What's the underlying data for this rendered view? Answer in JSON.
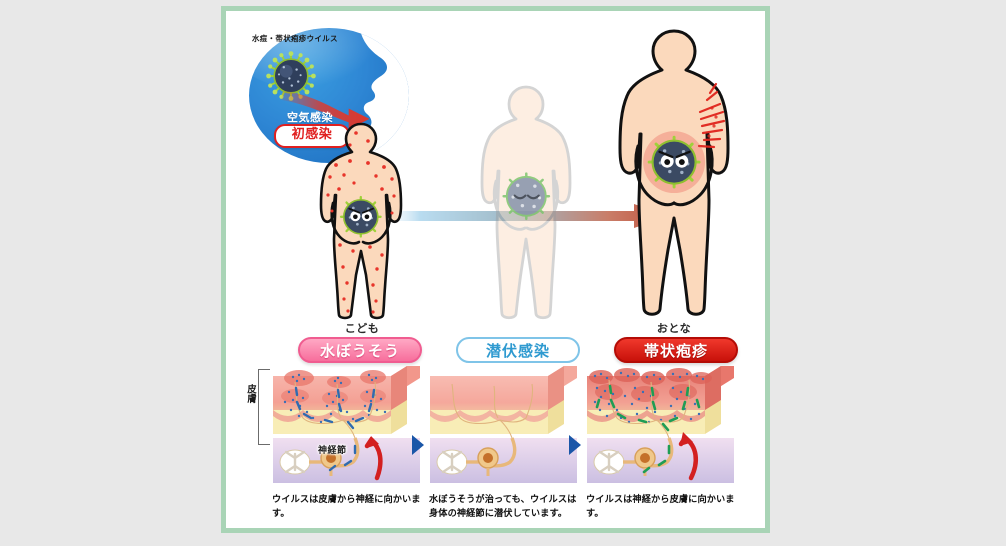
{
  "figure": {
    "title_alt": "水痘・帯状疱疹ウイルスの感染と再活性化",
    "frame_border_color": "#a9d4b6",
    "background_color": "#e8e8e8",
    "canvas_color": "#ffffff"
  },
  "globe": {
    "virus_label": "水痘・帯状疱疹ウイルス",
    "route_label": "空気感染",
    "badge_label": "初感染",
    "globe_color": "#2e86d4",
    "badge_text_color": "#e02020",
    "arrow_color": "#e0372a"
  },
  "flow": {
    "arrow_start_color": "#cfe7f5",
    "arrow_end_color": "#cc5544"
  },
  "people": [
    {
      "id": "child",
      "name_label": "こども",
      "state_label": "水ぼうそう",
      "state_style": "pink",
      "state_bg": "#f76e9c",
      "virus_expression": "angry",
      "rash": "red-spots-all-over",
      "faded": false
    },
    {
      "id": "latent",
      "name_label": "",
      "state_label": "潜伏感染",
      "state_style": "outline-blue",
      "state_bg": "#ffffff",
      "virus_expression": "sleeping",
      "rash": "none",
      "faded": true
    },
    {
      "id": "adult",
      "name_label": "おとな",
      "state_label": "帯状疱疹",
      "state_style": "red",
      "state_bg": "#c8110a",
      "virus_expression": "angry",
      "rash": "band-of-red-streaks-on-side",
      "faded": false
    }
  ],
  "skin_diagram": {
    "skin_label": "皮膚",
    "ganglion_label": "神経節",
    "step_arrow_color": "#1a56a8",
    "panels": [
      {
        "id": "panel-1",
        "virus_dot_color": "#3a6fb5",
        "has_blisters": true,
        "blister_density": "scattered",
        "direction_arrow": "skin-to-nerve",
        "direction_arrow_color": "#d32020",
        "caption": "ウイルスは皮膚から神経に向かいます。"
      },
      {
        "id": "panel-2",
        "virus_dot_color": "none",
        "has_blisters": false,
        "blister_density": "none",
        "direction_arrow": "none",
        "direction_arrow_color": "",
        "caption": "水ぼうそうが治っても、ウイルスは身体の神経節に潜伏しています。"
      },
      {
        "id": "panel-3",
        "virus_dot_color": "#3a6fb5",
        "has_blisters": true,
        "blister_density": "dense-band",
        "direction_arrow": "nerve-to-skin",
        "direction_arrow_color": "#d32020",
        "caption": "ウイルスは神経から皮膚に向かいます。"
      }
    ]
  },
  "icons": {
    "globe_icon": "globe-icon",
    "virus_icon": "virus-icon",
    "face_profile_icon": "face-profile-icon",
    "arrow_icon": "arrow-right-icon",
    "triangle_icon": "triangle-right-icon",
    "spinal_cord_icon": "spinal-cord-icon",
    "ganglion_icon": "ganglion-icon"
  }
}
